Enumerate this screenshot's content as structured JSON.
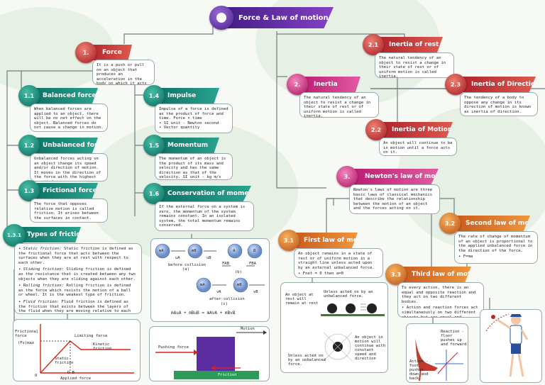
{
  "title": "Force & Law of motion",
  "n1": {
    "num": "1.",
    "title": "Force",
    "text": "It is a push or pull on an object that produces an acceleration in the body on which it acts\nS.I. unit - Newton"
  },
  "n11": {
    "num": "1.1",
    "title": "Balanced force",
    "text": "When balanced forces are applied to an object, there will be no net effect on the object. Balanced forces do not cause a change in motion."
  },
  "n12": {
    "num": "1.2",
    "title": "Unbalanced force",
    "text": "Unbalanced forces acting on an object change its speed and/or direction of motion. It moves in the direction of the force with the highest magnitude."
  },
  "n13": {
    "num": "1.3",
    "title": "Frictional force",
    "text": "The force that opposes relative motion is called friction. It arises between the surfaces in contact."
  },
  "n131": {
    "num": "1.3.1",
    "title": "Types of friction",
    "items": [
      {
        "label": "Static friction:",
        "text": "Static friction is defined as the frictional force that acts between the surfaces when they are at rest with respect to each other."
      },
      {
        "label": "Sliding friction:",
        "text": "Sliding friction is defined as the resistance that is created between any two objects when they are sliding against each other."
      },
      {
        "label": "Rolling friction:",
        "text": "Rolling friction is defined as the force which resists the motion of a ball or wheel. It is the weakest type of friction."
      },
      {
        "label": "Fluid friction:",
        "text": "Fluid friction is defined as the friction that exists between the layers of the fluid when they are moving relative to each other."
      }
    ]
  },
  "n14": {
    "num": "1.4",
    "title": "Impulse",
    "items": [
      "Impulse of a force is defined as the product of force and time. Force × time",
      "SI unit - Newton second",
      "Vector quantity"
    ]
  },
  "n15": {
    "num": "1.5",
    "title": "Momentum",
    "text": "The momentum of an object is the product of its mass and velocity and has the same direction as that of the velocity. SI unit - kg m/s"
  },
  "n16": {
    "num": "1.6",
    "title": "Conservation of momentum",
    "text": "If the external force on a system is zero, the momentum of the system remains constant. In an isolated system, the total momentum remains conserved."
  },
  "collision": {
    "ma": "mA",
    "mb": "mB",
    "ua": "uA",
    "ub": "uB",
    "fab": "FAB",
    "fba": "FBA",
    "a": "A",
    "b": "B",
    "before": "before collision",
    "before_tag": "(a)",
    "during_tag": "(b)",
    "va": "vA",
    "vb": "vB",
    "after": "after collision",
    "after_tag": "(c)",
    "equation": "mAuA + mBuB = mAvA + mBvB"
  },
  "friction_graph": {
    "ylabel": "Frictional force",
    "fs": "(Fs)max",
    "limiting": "Limiting force",
    "kinetic": "Kinetic friction",
    "static": "Static friction",
    "db": "D  B",
    "xlabel": "Applied force",
    "o": "O",
    "a": "A"
  },
  "push_panel": {
    "motion": "Motion",
    "pushing": "Pushing force",
    "friction": "Friction"
  },
  "n2": {
    "num": "2.",
    "title": "Inertia",
    "text": "The natural tendency of an object to resist a change in their state of rest or of uniform motion is called inertia."
  },
  "n21": {
    "num": "2.1",
    "title": "Inertia of rest",
    "text": "The natural tendency of an object to resist a change in their state of rest or of uniform motion is called inertia."
  },
  "n22": {
    "num": "2.2",
    "title": "Inertia of Motion",
    "text": "An object will continue to be in motion until a force acts on it."
  },
  "n23": {
    "num": "2.3",
    "title": "Inertia of Direction",
    "text": "The tendency of a body to oppose any change in its direction of motion is known as inertia of direction."
  },
  "n3": {
    "num": "3.",
    "title": "Newton's law of motion",
    "text": "Newton's laws of motion are three basic laws of classical mechanics that describe the relationship between the motion of an object and the forces acting on it."
  },
  "n31": {
    "num": "3.1",
    "title": "First law of motion",
    "text": "An object remains in a state of rest or of uniform motion in a straight line unless acted upon by an external unbalanced force.",
    "formula": "• Fnet = 0 then a=0"
  },
  "first_law_panel": {
    "rest": "An object at rest will remain at rest",
    "unless1": "Unless acted on by an unbalanced force.",
    "motion": "An object in motion will continue with constant speed and direction",
    "unless2": "Unless acted on by an unbalanced force."
  },
  "n32": {
    "num": "3.2",
    "title": "Second law of motion",
    "text": "The rate of change of momentum of an object is proportional to the applied unbalanced force in the direction of the force.",
    "formula": "• F=ma"
  },
  "n33": {
    "num": "3.3",
    "title": "Third law of motion",
    "text": "To every action, there is an equal and opposite reaction and they act on two different bodies.",
    "item": "Action and reaction forces act simultaneously on two different objects but are equal and opposite."
  },
  "third_law_panel": {
    "reaction": "Reaction - floor pushes up and forward",
    "action": "Action - foot pushes down and back"
  },
  "colors": {
    "teal": "#1a8a78",
    "red": "#c0392b",
    "pink": "#c2237c",
    "orange": "#d4762b",
    "purple": "#5b2a9e"
  }
}
